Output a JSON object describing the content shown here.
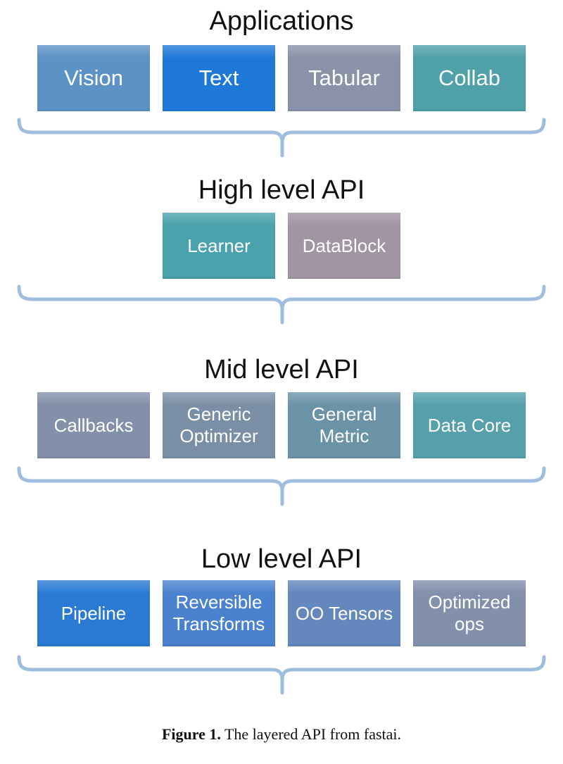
{
  "figure": {
    "sections": [
      {
        "title": "Applications",
        "boxes": [
          {
            "label": "Vision",
            "color": "#5d92c7"
          },
          {
            "label": "Text",
            "color": "#1e78d7"
          },
          {
            "label": "Tabular",
            "color": "#8a92a9"
          },
          {
            "label": "Collab",
            "color": "#4fa0a9"
          }
        ]
      },
      {
        "title": "High level API",
        "boxes": [
          {
            "label": "Learner",
            "color": "#4aa2ac"
          },
          {
            "label": "DataBlock",
            "color": "#a195a4"
          }
        ]
      },
      {
        "title": "Mid level API",
        "boxes": [
          {
            "label": "Callbacks",
            "color": "#8290a9"
          },
          {
            "label": "Generic Optimizer",
            "color": "#7a8fa6"
          },
          {
            "label": "General Metric",
            "color": "#6b93a8"
          },
          {
            "label": "Data Core",
            "color": "#55a0ab"
          }
        ]
      },
      {
        "title": "Low level API",
        "boxes": [
          {
            "label": "Pipeline",
            "color": "#2a7ad4"
          },
          {
            "label": "Reversible Transforms",
            "color": "#4a82cf"
          },
          {
            "label": "OO Tensors",
            "color": "#6487bd"
          },
          {
            "label": "Optimized ops",
            "color": "#8290ab"
          }
        ]
      }
    ],
    "brace_color": "#9fbede",
    "caption": {
      "label": "Figure 1.",
      "text": "The layered API from fastai."
    }
  }
}
